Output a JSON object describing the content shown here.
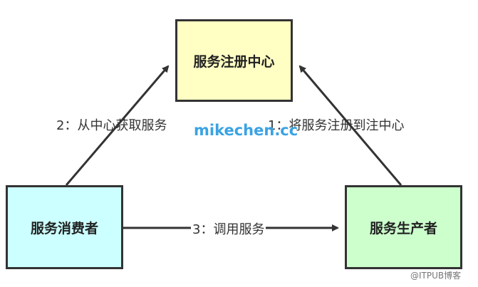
{
  "nodes": {
    "registry": "服务注册中心",
    "consumer": "服务消费者",
    "producer": "服务生产者"
  },
  "edges": {
    "get_from_center": "2：从中心获取服务",
    "register_to_center": "1：将服务注册到注中心",
    "invoke_service": "3：调用服务"
  },
  "watermark": "mikechen.cc",
  "footer_credit": "@ITPUB博客",
  "colors": {
    "registry_fill": "#ffffc4",
    "consumer_fill": "#ccffff",
    "producer_fill": "#ccffcc",
    "border": "#333333",
    "watermark": "#3aa3e3"
  }
}
